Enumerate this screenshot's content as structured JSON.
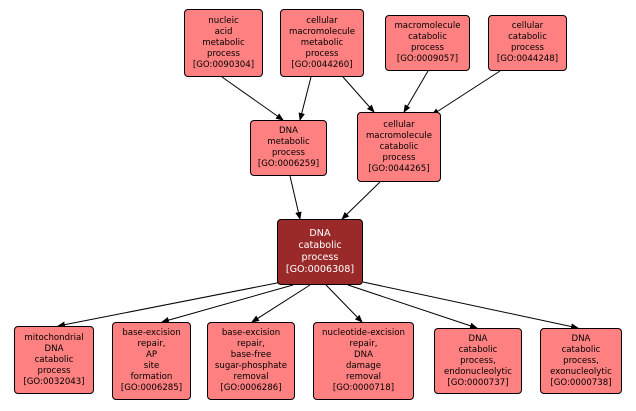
{
  "nodes": {
    "go0090304": "nucleic\nacid\nmetabolic\nprocess\n[GO:0090304]",
    "go0044260": "cellular\nmacromolecule\nmetabolic\nprocess\n[GO:0044260]",
    "go0009057": "macromolecule\ncatabolic\nprocess\n[GO:0009057]",
    "go0044248": "cellular\ncatabolic\nprocess\n[GO:0044248]",
    "go0006259": "DNA\nmetabolic\nprocess\n[GO:0006259]",
    "go0044265": "cellular\nmacromolecule\ncatabolic\nprocess\n[GO:0044265]",
    "go0006308": "DNA\ncatabolic\nprocess\n[GO:0006308]",
    "go0032043": "mitochondrial\nDNA\ncatabolic\nprocess\n[GO:0032043]",
    "go0006285": "base-excision\nrepair,\nAP\nsite\nformation\n[GO:0006285]",
    "go0006286": "base-excision\nrepair,\nbase-free\nsugar-phosphate\nremoval\n[GO:0006286]",
    "go0000718": "nucleotide-excision\nrepair,\nDNA\ndamage\nremoval\n[GO:0000718]",
    "go0000737": "DNA\ncatabolic\nprocess,\nendonucleolytic\n[GO:0000737]",
    "go0000738": "DNA\ncatabolic\nprocess,\nexonucleolytic\n[GO:0000738]"
  },
  "colors": {
    "node_fill": "#ff8080",
    "focus_fill": "#9a2a2a",
    "edge": "#000000"
  }
}
